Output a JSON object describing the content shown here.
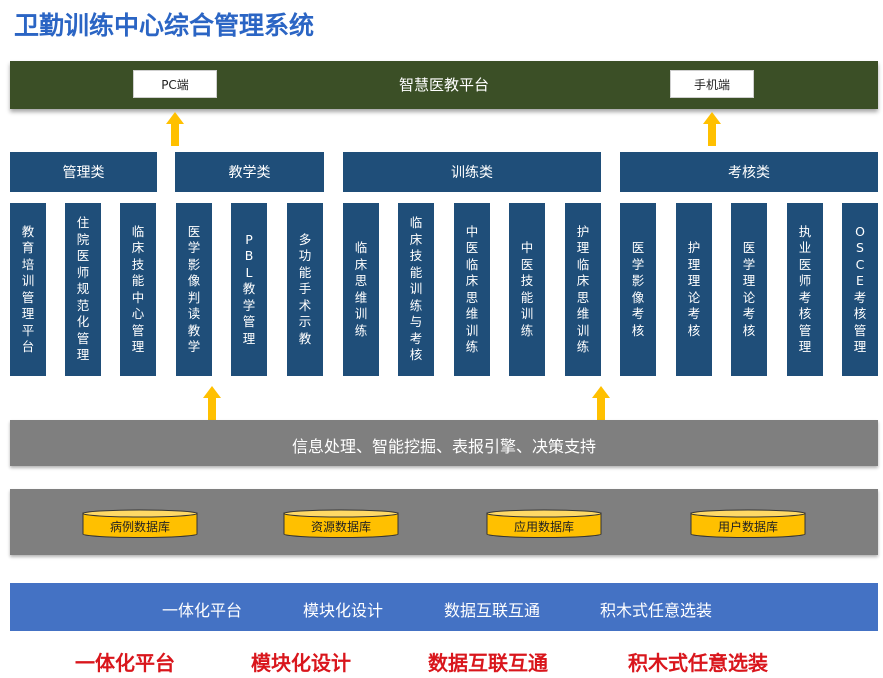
{
  "title": "卫勤训练中心综合管理系统",
  "platform": {
    "label": "智慧医教平台",
    "left_box": "PC端",
    "right_box": "手机端"
  },
  "categories": [
    "管理类",
    "教学类",
    "训练类",
    "考核类"
  ],
  "columns": [
    [
      "教",
      "育",
      "培",
      "训",
      "管",
      "理",
      "平",
      "台"
    ],
    [
      "住",
      "院",
      "医",
      "师",
      "规",
      "范",
      "化",
      "管",
      "理"
    ],
    [
      "临",
      "床",
      "技",
      "能",
      "中",
      "心",
      "管",
      "理"
    ],
    [
      "医",
      "学",
      "影",
      "像",
      "判",
      "读",
      "教",
      "学"
    ],
    [
      "P",
      "B",
      "L",
      "教",
      "学",
      "管",
      "理"
    ],
    [
      "多",
      "功",
      "能",
      "手",
      "术",
      "示",
      "教"
    ],
    [
      "临",
      "床",
      "思",
      "维",
      "训",
      "练"
    ],
    [
      "临",
      "床",
      "技",
      "能",
      "训",
      "练",
      "与",
      "考",
      "核"
    ],
    [
      "中",
      "医",
      "临",
      "床",
      "思",
      "维",
      "训",
      "练"
    ],
    [
      "中",
      "医",
      "技",
      "能",
      "训",
      "练"
    ],
    [
      "护",
      "理",
      "临",
      "床",
      "思",
      "维",
      "训",
      "练"
    ],
    [
      "医",
      "学",
      "影",
      "像",
      "考",
      "核"
    ],
    [
      "护",
      "理",
      "理",
      "论",
      "考",
      "核"
    ],
    [
      "医",
      "学",
      "理",
      "论",
      "考",
      "核"
    ],
    [
      "执",
      "业",
      "医",
      "师",
      "考",
      "核",
      "管",
      "理"
    ],
    [
      "O",
      "S",
      "C",
      "E",
      "考",
      "核",
      "管",
      "理"
    ]
  ],
  "processing": "信息处理、智能挖掘、表报引擎、决策支持",
  "databases": [
    "病例数据库",
    "资源数据库",
    "应用数据库",
    "用户数据库"
  ],
  "features": [
    "一体化平台",
    "模块化设计",
    "数据互联互通",
    "积木式任意选装"
  ],
  "slogans": [
    "一体化平台",
    "模块化设计",
    "数据互联互通",
    "积木式任意选装"
  ],
  "colors": {
    "title": "#2b65c4",
    "platform": "#3b4f26",
    "column": "#1f4e79",
    "band": "#7f7f7f",
    "database": "#ffc000",
    "feature_band": "#4472c4",
    "slogan": "#d9161c",
    "arrow": "#ffc000"
  }
}
